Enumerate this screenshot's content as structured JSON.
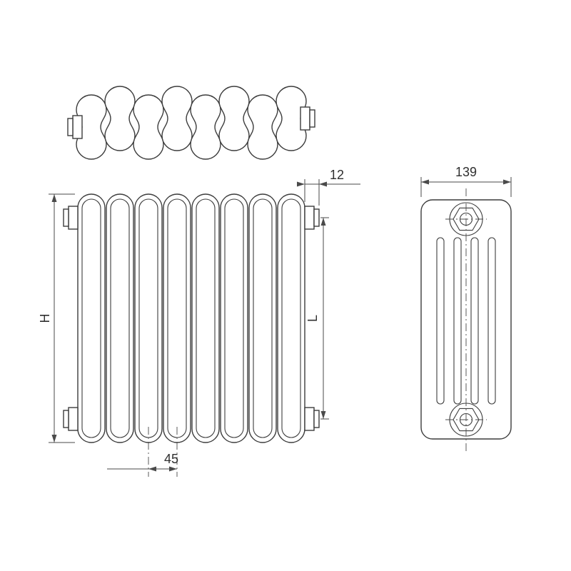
{
  "drawing": {
    "dimensions": {
      "connector_offset": "12",
      "body_depth": "139",
      "overall_height": "H",
      "connection_spacing": "L",
      "column_pitch": "45"
    }
  }
}
